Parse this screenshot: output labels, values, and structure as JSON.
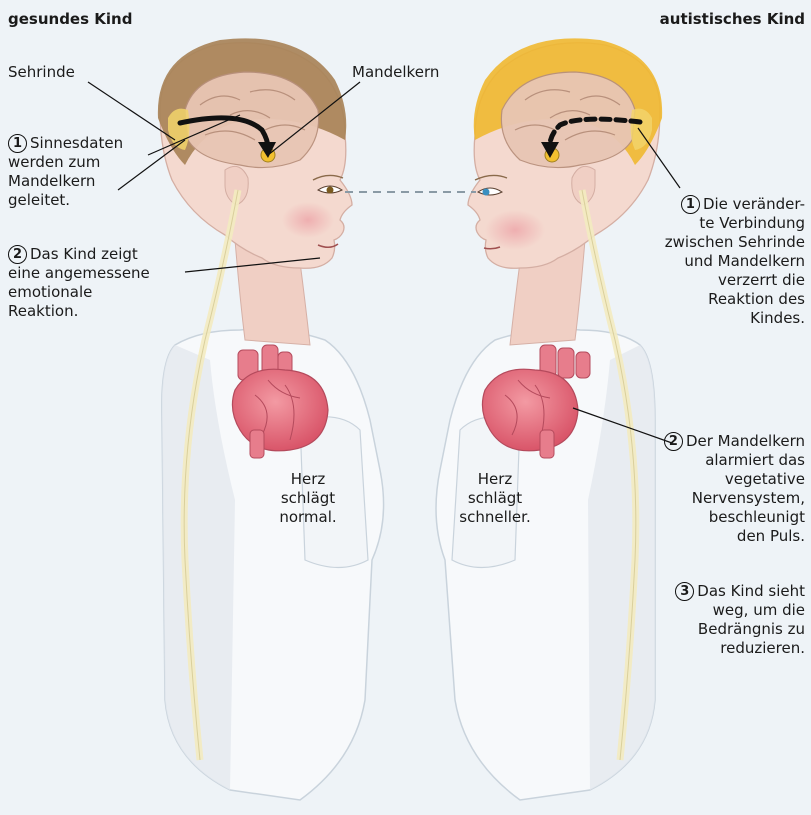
{
  "headers": {
    "left": "gesundes Kind",
    "right": "autistisches Kind"
  },
  "labels": {
    "sehrinde": "Sehrinde",
    "mandelkern": "Mandelkern",
    "left_1_num": "1",
    "left_1_text": [
      "Sinnesdaten",
      "werden zum",
      "Mandelkern",
      "geleitet."
    ],
    "left_2_num": "2",
    "left_2_text": [
      "Das Kind zeigt",
      "eine angemessene",
      "emotionale",
      "Reaktion."
    ],
    "left_heart": [
      "Herz",
      "schlägt",
      "normal."
    ],
    "right_heart": [
      "Herz",
      "schlägt",
      "schneller."
    ],
    "right_1_num": "1",
    "right_1_text": [
      "Die veränder-",
      "te Verbindung",
      "zwischen Sehrinde",
      "und Mandelkern",
      "verzerrt die",
      "Reaktion des",
      "Kindes."
    ],
    "right_2_num": "2",
    "right_2_text": [
      "Der Mandelkern",
      "alarmiert das",
      "vegetative",
      "Nervensystem,",
      "beschleunigt",
      "den Puls."
    ],
    "right_3_num": "3",
    "right_3_text": [
      "Das Kind sieht",
      "weg, um die",
      "Bedrängnis zu",
      "reduzieren."
    ]
  },
  "colors": {
    "background": "#eef3f7",
    "skin": "#f4d9cf",
    "shirt": "#f7f9fb",
    "hair_left": "#a88358",
    "hair_right": "#f0b830",
    "brain": "#e8c6b4",
    "heart": "#e06878",
    "nerve": "#f3ebc0"
  }
}
